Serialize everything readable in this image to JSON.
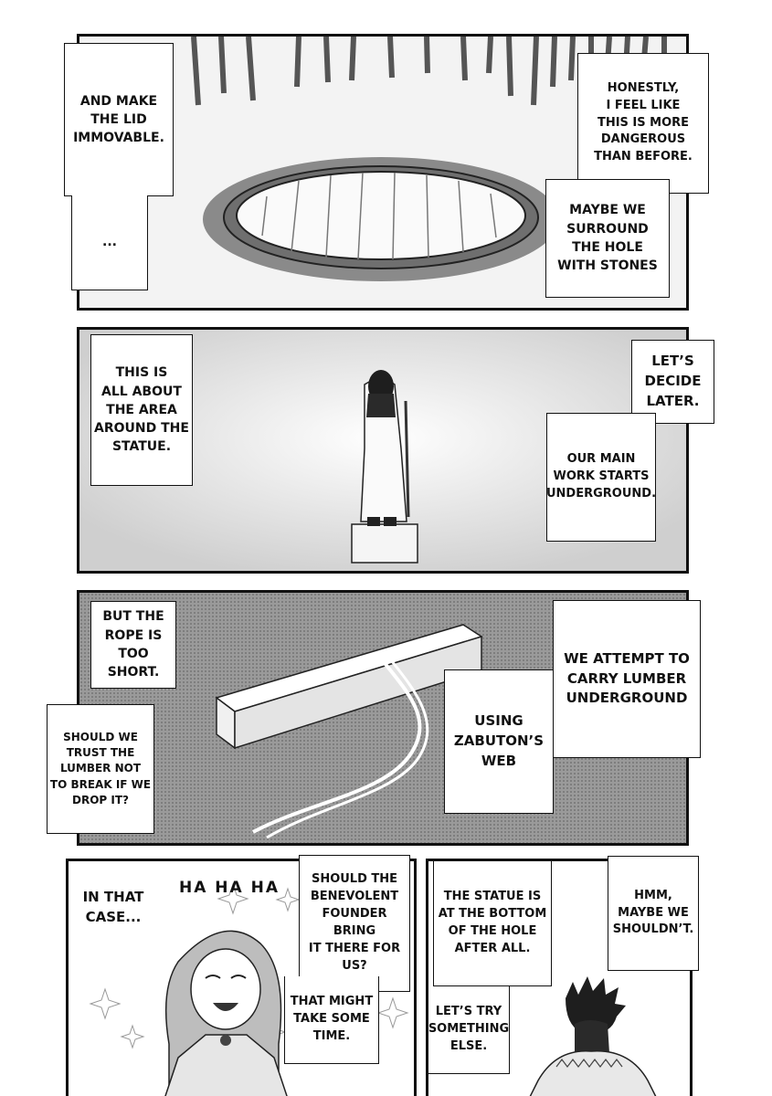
{
  "panel1": {
    "bubbles": [
      {
        "text": "AND MAKE\nTHE LID\nIMMOVABLE."
      },
      {
        "text": "..."
      },
      {
        "text": "HONESTLY,\nI FEEL LIKE\nTHIS IS MORE\nDANGEROUS\nTHAN BEFORE."
      },
      {
        "text": "MAYBE WE\nSURROUND\nTHE HOLE\nWITH STONES"
      }
    ]
  },
  "panel2": {
    "bubbles": [
      {
        "text": "THIS IS\nALL ABOUT\nTHE AREA\nAROUND THE\nSTATUE."
      },
      {
        "text": "LET’S\nDECIDE\nLATER."
      },
      {
        "text": "OUR MAIN\nWORK STARTS\nUNDERGROUND."
      }
    ]
  },
  "panel3": {
    "bubbles": [
      {
        "text": "BUT THE\nROPE IS\nTOO SHORT."
      },
      {
        "text": "SHOULD WE\nTRUST THE\nLUMBER NOT\nTO BREAK IF WE\nDROP IT?"
      },
      {
        "text": "WE ATTEMPT TO\nCARRY LUMBER\nUNDERGROUND"
      },
      {
        "text": "USING\nZABUTON’S\nWEB"
      }
    ]
  },
  "panel4": {
    "sfx": "HA HA HA",
    "bubbles": [
      {
        "text": "IN THAT\nCASE..."
      },
      {
        "text": "SHOULD THE\nBENEVOLENT\nFOUNDER BRING\nIT THERE FOR\nUS?"
      },
      {
        "text": "THAT MIGHT\nTAKE SOME\nTIME."
      }
    ]
  },
  "panel5": {
    "bubbles": [
      {
        "text": "THE STATUE IS\nAT THE BOTTOM\nOF THE HOLE\nAFTER ALL."
      },
      {
        "text": "LET’S TRY\nSOMETHING\nELSE."
      },
      {
        "text": "HMM,\nMAYBE WE\nSHOULDN’T."
      }
    ]
  },
  "colors": {
    "ink": "#111111",
    "paper": "#ffffff",
    "tone": "#9a9a9a"
  }
}
